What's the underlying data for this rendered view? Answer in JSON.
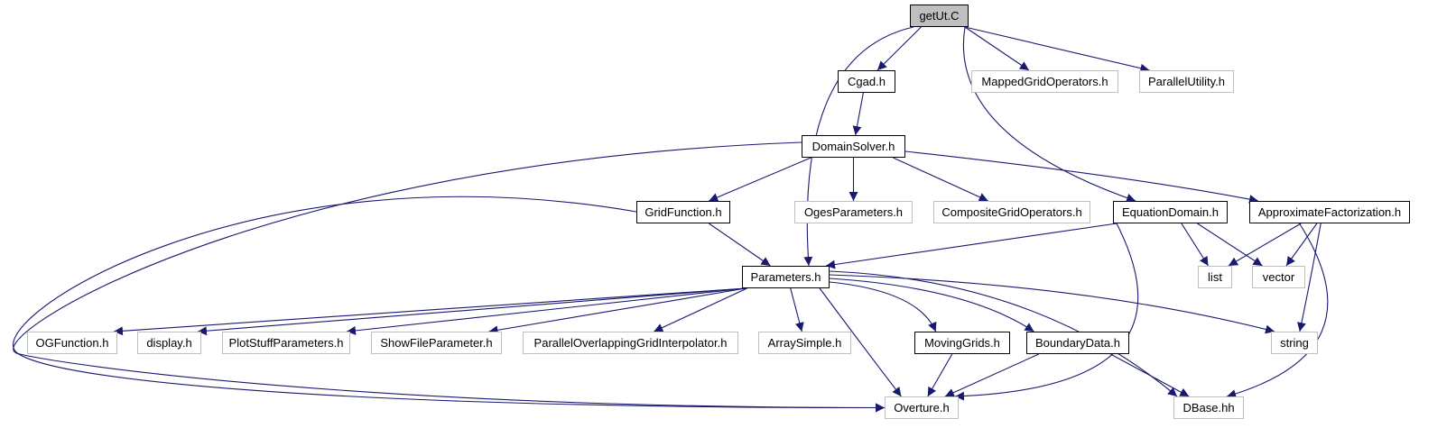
{
  "diagram": {
    "edge_color": "#191970",
    "nodes": [
      {
        "id": "getUt",
        "label": "getUt.C",
        "kind": "root"
      },
      {
        "id": "cgad",
        "label": "Cgad.h",
        "kind": "documented"
      },
      {
        "id": "mgo",
        "label": "MappedGridOperators.h",
        "kind": "undocumented"
      },
      {
        "id": "pu",
        "label": "ParallelUtility.h",
        "kind": "undocumented"
      },
      {
        "id": "ds",
        "label": "DomainSolver.h",
        "kind": "documented"
      },
      {
        "id": "gf",
        "label": "GridFunction.h",
        "kind": "documented"
      },
      {
        "id": "ogp",
        "label": "OgesParameters.h",
        "kind": "undocumented"
      },
      {
        "id": "cgo",
        "label": "CompositeGridOperators.h",
        "kind": "undocumented"
      },
      {
        "id": "ed",
        "label": "EquationDomain.h",
        "kind": "documented"
      },
      {
        "id": "af",
        "label": "ApproximateFactorization.h",
        "kind": "documented"
      },
      {
        "id": "par",
        "label": "Parameters.h",
        "kind": "documented"
      },
      {
        "id": "list",
        "label": "list",
        "kind": "undocumented"
      },
      {
        "id": "vector",
        "label": "vector",
        "kind": "undocumented"
      },
      {
        "id": "ogf",
        "label": "OGFunction.h",
        "kind": "undocumented"
      },
      {
        "id": "disp",
        "label": "display.h",
        "kind": "undocumented"
      },
      {
        "id": "psp",
        "label": "PlotStuffParameters.h",
        "kind": "undocumented"
      },
      {
        "id": "sfp",
        "label": "ShowFileParameter.h",
        "kind": "undocumented"
      },
      {
        "id": "pogi",
        "label": "ParallelOverlappingGridInterpolator.h",
        "kind": "undocumented"
      },
      {
        "id": "as",
        "label": "ArraySimple.h",
        "kind": "undocumented"
      },
      {
        "id": "mg",
        "label": "MovingGrids.h",
        "kind": "documented"
      },
      {
        "id": "bd",
        "label": "BoundaryData.h",
        "kind": "documented"
      },
      {
        "id": "str",
        "label": "string",
        "kind": "undocumented"
      },
      {
        "id": "ov",
        "label": "Overture.h",
        "kind": "undocumented"
      },
      {
        "id": "db",
        "label": "DBase.hh",
        "kind": "undocumented"
      }
    ],
    "edges": [
      [
        "getUt",
        "cgad"
      ],
      [
        "getUt",
        "mgo"
      ],
      [
        "getUt",
        "pu"
      ],
      [
        "getUt",
        "par"
      ],
      [
        "getUt",
        "ed"
      ],
      [
        "cgad",
        "ds"
      ],
      [
        "ds",
        "gf"
      ],
      [
        "ds",
        "ogp"
      ],
      [
        "ds",
        "cgo"
      ],
      [
        "ds",
        "af"
      ],
      [
        "ds",
        "ov"
      ],
      [
        "gf",
        "par"
      ],
      [
        "gf",
        "ov"
      ],
      [
        "ed",
        "par"
      ],
      [
        "ed",
        "list"
      ],
      [
        "ed",
        "vector"
      ],
      [
        "ed",
        "ov"
      ],
      [
        "af",
        "list"
      ],
      [
        "af",
        "vector"
      ],
      [
        "af",
        "str"
      ],
      [
        "af",
        "db"
      ],
      [
        "par",
        "ogf"
      ],
      [
        "par",
        "disp"
      ],
      [
        "par",
        "psp"
      ],
      [
        "par",
        "sfp"
      ],
      [
        "par",
        "pogi"
      ],
      [
        "par",
        "as"
      ],
      [
        "par",
        "mg"
      ],
      [
        "par",
        "bd"
      ],
      [
        "par",
        "str"
      ],
      [
        "par",
        "ov"
      ],
      [
        "par",
        "db"
      ],
      [
        "mg",
        "ov"
      ],
      [
        "bd",
        "ov"
      ],
      [
        "bd",
        "db"
      ]
    ]
  }
}
